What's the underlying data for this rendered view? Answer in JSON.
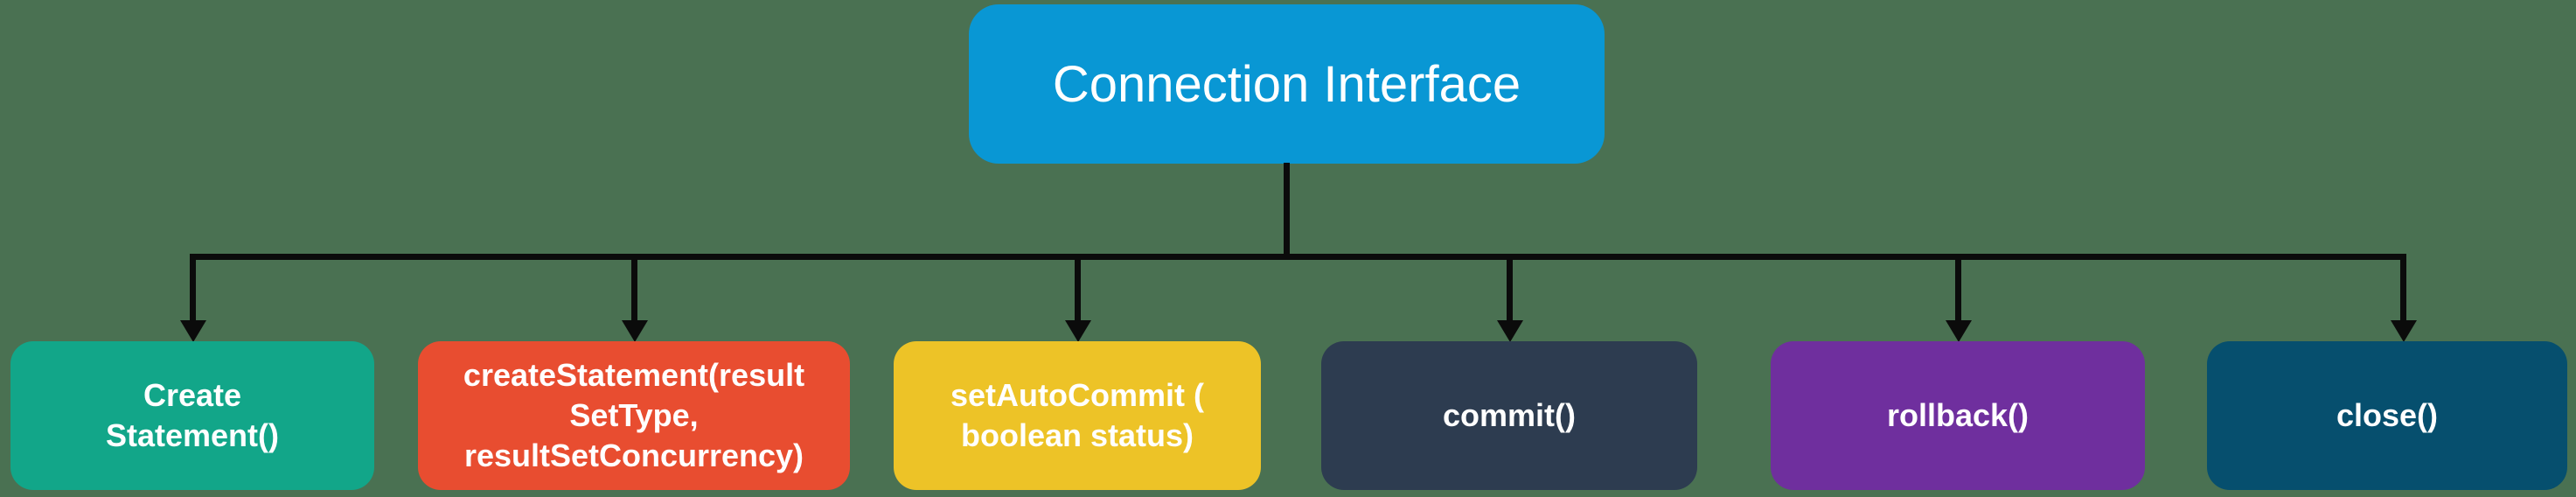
{
  "diagram": {
    "background_color": "#4A7152",
    "connector_color": "#0b0b0b",
    "root": {
      "label": "Connection Interface",
      "color": "#0997D4",
      "text_color": "#FFFFFF"
    },
    "children": [
      {
        "label": "Create\nStatement()",
        "color": "#12A689"
      },
      {
        "label": "createStatement(result\nSetType,\nresultSetConcurrency)",
        "color": "#E84D30"
      },
      {
        "label": "setAutoCommit (\nboolean status)",
        "color": "#EDC327"
      },
      {
        "label": "commit()",
        "color": "#2D3C50"
      },
      {
        "label": "rollback()",
        "color": "#6F2F9E"
      },
      {
        "label": "close()",
        "color": "#064F6E"
      }
    ]
  }
}
